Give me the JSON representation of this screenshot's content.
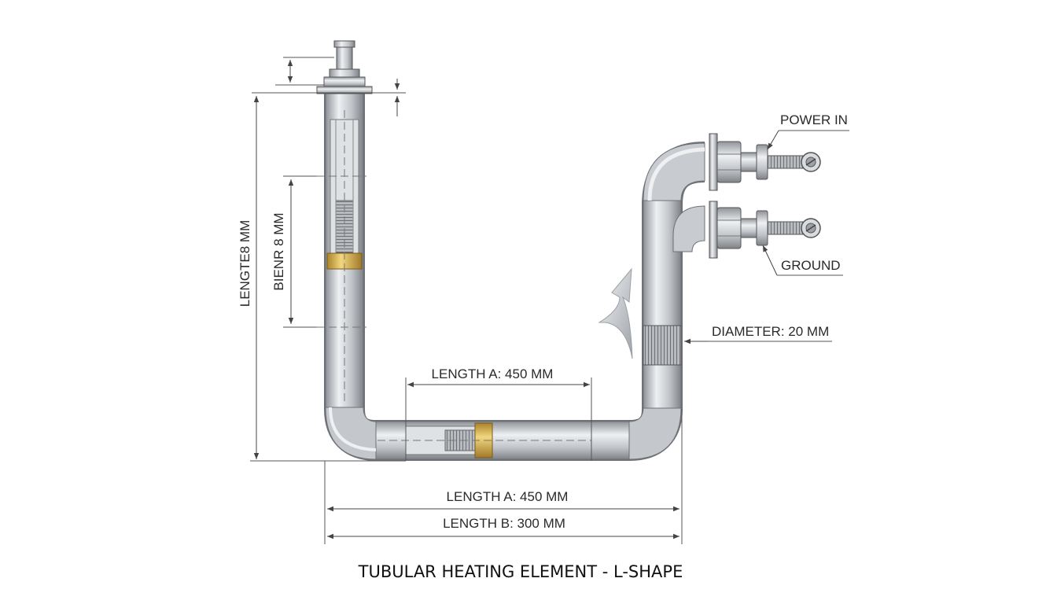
{
  "diagram": {
    "title": "TUBULAR HEATING ELEMENT - L-SHAPE",
    "labels": {
      "power_in": "POWER IN",
      "ground": "GROUND",
      "diameter": "DIAMETER: 20 MM",
      "length_a_inner": "LENGTH A: 450 MM",
      "length_a_outer": "LENGTH A: 450 MM",
      "length_b": "LENGTH B: 300 MM",
      "vertical_overall": "LENGTE8 MM",
      "vertical_inner": "BIENR 8 MM"
    }
  },
  "colors": {
    "tube": "#c4c7cb",
    "tube_dark": "#8d9196",
    "brass": "#d8b24c",
    "line": "#555555"
  }
}
